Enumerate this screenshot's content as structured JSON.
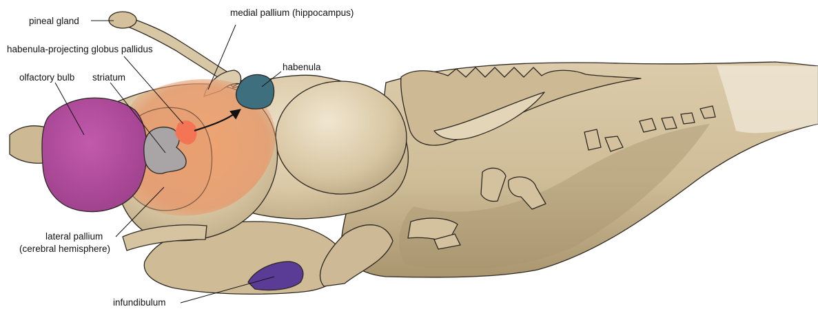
{
  "labels": {
    "pineal_gland": "pineal gland",
    "medial_pallium": "medial pallium (hippocampus)",
    "habenula_projecting_gp": "habenula-projecting globus pallidus",
    "habenula": "habenula",
    "olfactory_bulb": "olfactory bulb",
    "striatum": "striatum",
    "lateral_pallium_line1": "lateral pallium",
    "lateral_pallium_line2": "(cerebral hemisphere)",
    "infundibulum": "infundibulum"
  },
  "colors": {
    "brain_tissue": "#d9c7a4",
    "tissue_shadow": "#b8a684",
    "spinal_cord_end": "#ece3d2",
    "olfactory_bulb": "#b04a9a",
    "pallium": "#e89a6a",
    "striatum": "#a7a3a4",
    "globus_pallidus": "#f2705a",
    "habenula": "#3c6e7e",
    "infundibulum": "#5a3c96",
    "arrow": "#111111"
  }
}
